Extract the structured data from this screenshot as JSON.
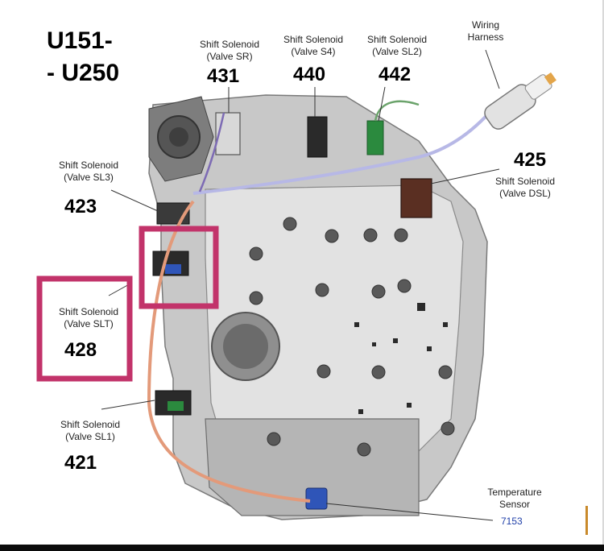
{
  "title": {
    "line1": "U151-",
    "line2": "- U250"
  },
  "labels": {
    "sr": {
      "name": "Shift Solenoid",
      "valve": "(Valve SR)",
      "code": "431"
    },
    "s4": {
      "name": "Shift Solenoid",
      "valve": "(Valve S4)",
      "code": "440"
    },
    "sl2": {
      "name": "Shift Solenoid",
      "valve": "(Valve SL2)",
      "code": "442"
    },
    "harness": {
      "line1": "Wiring",
      "line2": "Harness"
    },
    "dsl": {
      "name": "Shift Solenoid",
      "valve": "(Valve DSL)",
      "code": "425"
    },
    "sl3": {
      "name": "Shift Solenoid",
      "valve": "(Valve SL3)",
      "code": "423"
    },
    "slt": {
      "name": "Shift Solenoid",
      "valve": "(Valve SLT)",
      "code": "428"
    },
    "sl1": {
      "name": "Shift Solenoid",
      "valve": "(Valve SL1)",
      "code": "421"
    },
    "temp": {
      "line1": "Temperature",
      "line2": "Sensor",
      "code": "7153"
    }
  },
  "colors": {
    "highlight": "#c2336a",
    "body": "#c9c9c9",
    "plate": "#e3e3e3",
    "bolt": "#5a5a5a",
    "wire_orange": "#e39a7a",
    "solenoid_blue": "#2f55b8",
    "solenoid_green": "#2b8a3e",
    "temp_code": "#1f3fa8"
  }
}
